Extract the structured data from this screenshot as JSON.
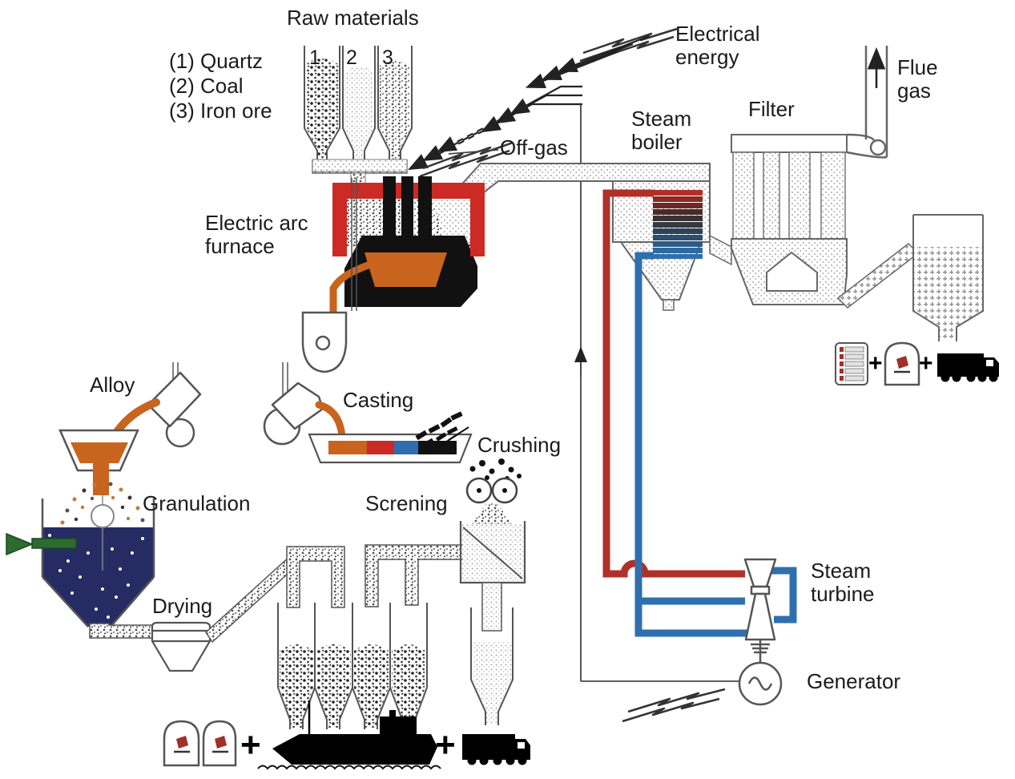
{
  "labels": {
    "raw_materials": "Raw materials",
    "legend": [
      "(1) Quartz",
      "(2) Coal",
      "(3) Iron ore"
    ],
    "electrical_energy": "Electrical\nenergy",
    "flue_gas": "Flue\ngas",
    "filter": "Filter",
    "steam_boiler": "Steam\nboiler",
    "off_gas": "Off-gas",
    "electric_arc_furnace": "Electric arc\nfurnace",
    "alloy": "Alloy",
    "casting": "Casting",
    "crushing": "Crushing",
    "granulation": "Granulation",
    "screening": "Screning",
    "drying": "Drying",
    "steam_turbine": "Steam\nturbine",
    "generator": "Generator"
  },
  "hopper_numbers": [
    "1",
    "2",
    "3"
  ],
  "plus": "+",
  "colors": {
    "furnace_red": "#cc2a24",
    "melt_orange": "#c8641e",
    "steam_pipe_red": "#b03028",
    "water_pipe_blue": "#2f6fae",
    "granulation_tank_navy": "#252c63",
    "nozzle_green": "#2d6a2f",
    "bag_logo_red": "#a03028",
    "outline_gray": "#555555"
  },
  "icons": {
    "electrical_energy": "lightning-bolt",
    "flue_gas_flow": "up-arrow",
    "generator_output": "lightning-bolt",
    "shipping": "ship-silhouette",
    "trucking": "truck-silhouette",
    "bagged_product": "big-bag",
    "palletized_bags": "small-bag-pallet"
  }
}
